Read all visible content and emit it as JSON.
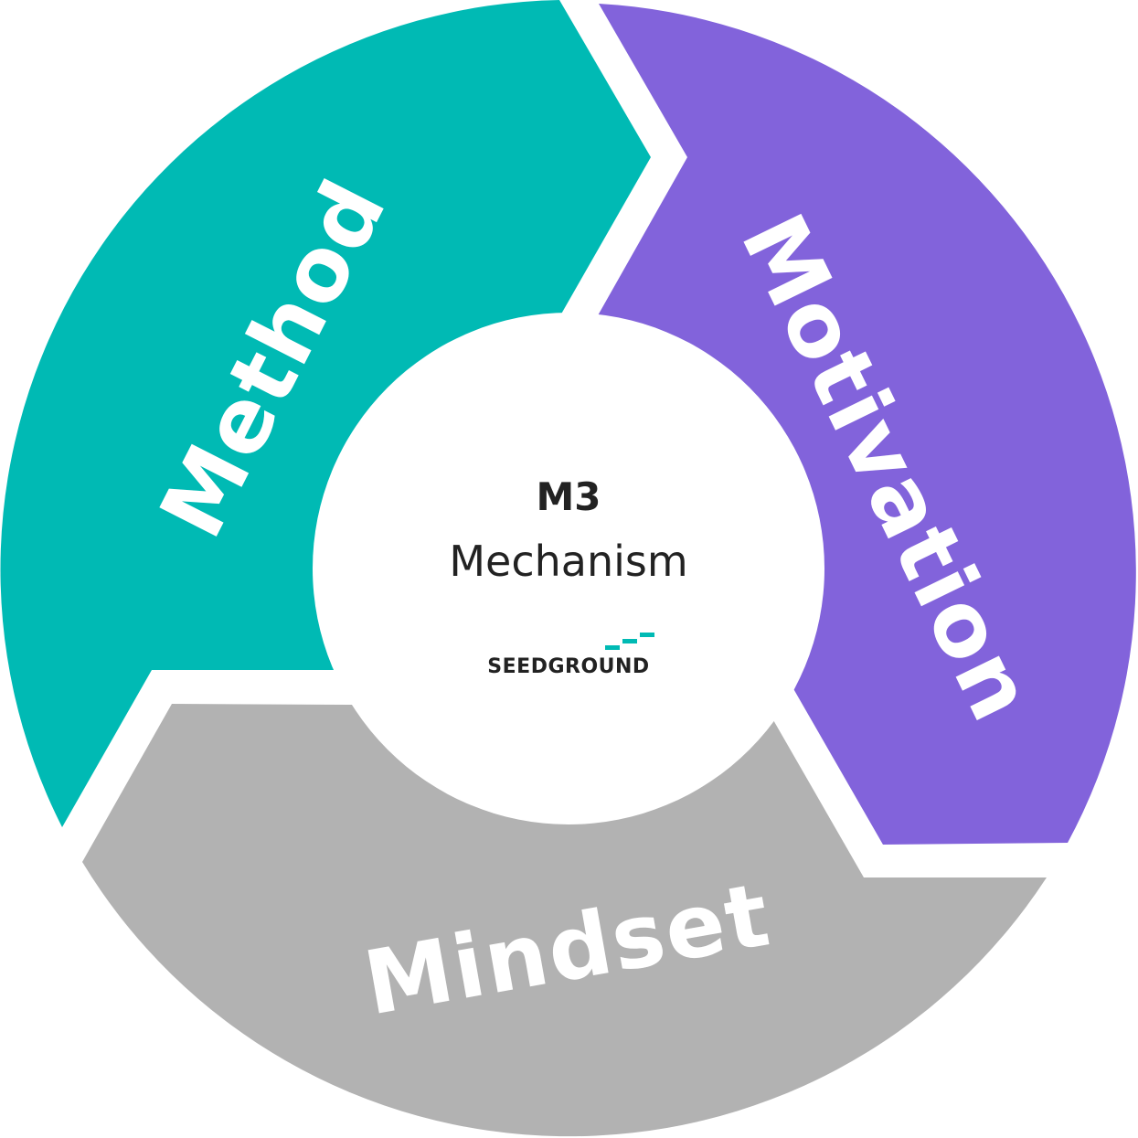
{
  "colors": {
    "method": "#00bab4",
    "motivation": "#8263db",
    "mindset": "#b2b2b2",
    "center": "#ffffff",
    "text_dark": "#222222",
    "brand_accent": "#00bab4"
  },
  "segments": {
    "method": {
      "label": "Method"
    },
    "motivation": {
      "label": "Motivation"
    },
    "mindset": {
      "label": "Mindset"
    }
  },
  "center": {
    "title": "M3",
    "subtitle": "Mechanism"
  },
  "brand": {
    "name": "SEEDGROUND",
    "icon": "stairs-dashes-icon"
  }
}
